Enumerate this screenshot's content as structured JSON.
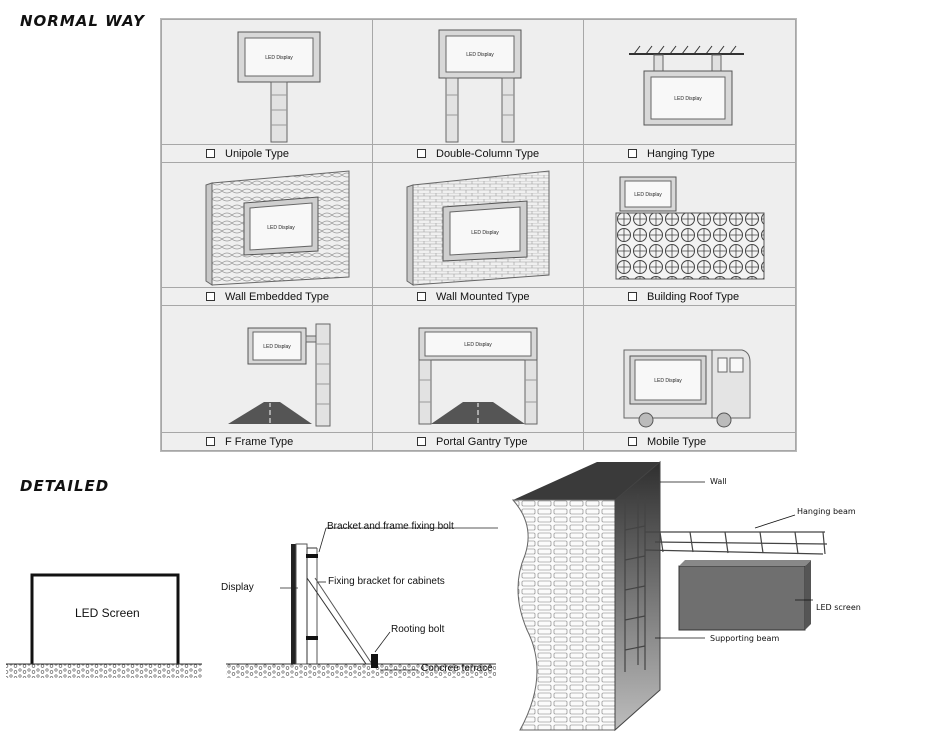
{
  "headings": {
    "normal": "NORMAL WAY",
    "detailed": "DETAILED"
  },
  "sign_text": "LED Display",
  "types": [
    {
      "label": "Unipole Type"
    },
    {
      "label": "Double-Column Type"
    },
    {
      "label": "Hanging Type"
    },
    {
      "label": "Wall Embedded Type"
    },
    {
      "label": "Wall Mounted Type"
    },
    {
      "label": "Building Roof Type"
    },
    {
      "label": "F Frame Type"
    },
    {
      "label": "Portal Gantry Type"
    },
    {
      "label": "Mobile Type"
    }
  ],
  "detailed": {
    "screen_label": "LED Screen",
    "bracket": {
      "display": "Display",
      "fixing_bolt": "Bracket and frame fixing bolt",
      "fixing_bracket": "Fixing bracket for cabinets",
      "rooting_bolt": "Rooting bolt",
      "terrace": "Concree terrace"
    },
    "wall_mount": {
      "wall": "Wall",
      "hanging_beam": "Hanging beam",
      "led_screen": "LED screen",
      "supporting_beam": "Supporting beam"
    }
  }
}
